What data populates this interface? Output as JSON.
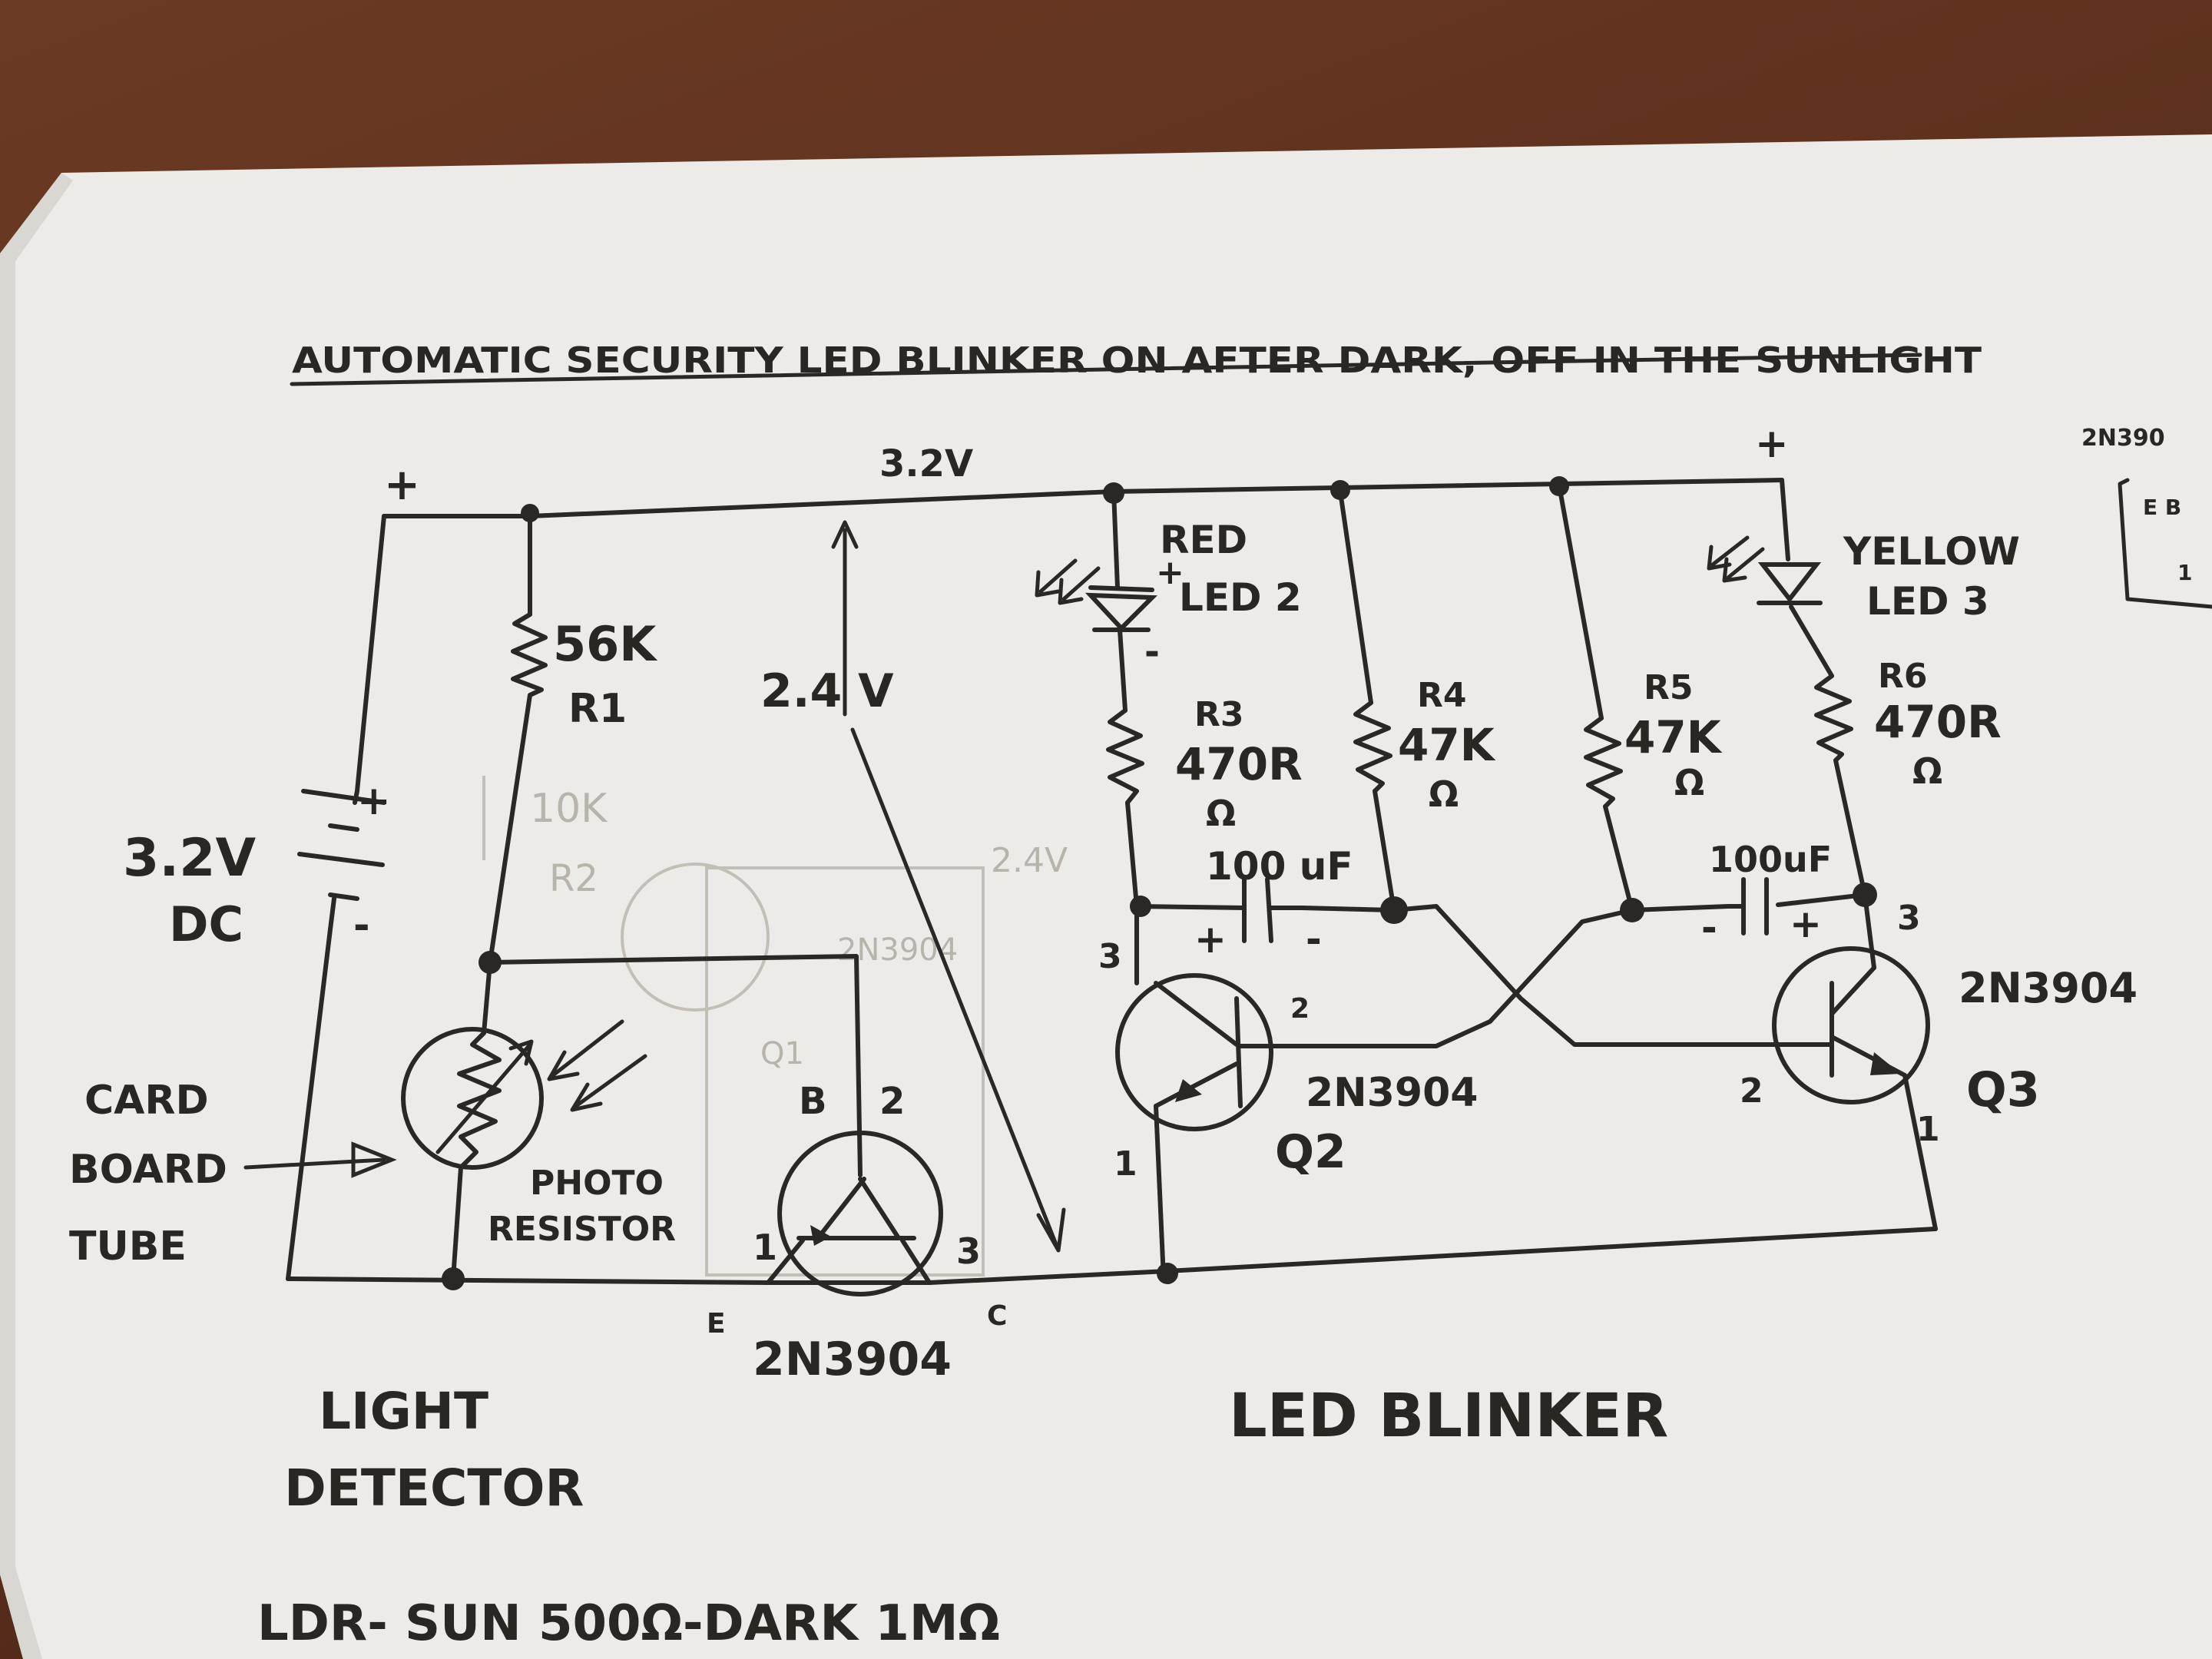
{
  "title": "AUTOMATIC SECURITY LED BLINKER ON AFTER DARK, OFF IN THE SUNLIGHT",
  "rail": {
    "voltage": "3.2V",
    "plus_left": "+",
    "plus_right": "+"
  },
  "battery": {
    "voltage": "3.2V",
    "type": "DC",
    "plus": "+",
    "minus": "-"
  },
  "r1": {
    "value": "56K",
    "name": "R1"
  },
  "ghost": {
    "r2_value": "10K",
    "r2_name": "R2",
    "q1": "Q1",
    "part": "2N3904",
    "volt": "2.4V"
  },
  "voltage_drop": "2.4 V",
  "cardboard": [
    "CARD",
    "BOARD",
    "TUBE"
  ],
  "photo_resistor": [
    "PHOTO",
    "RESISTOR"
  ],
  "q1": {
    "pin_b": "B",
    "pin2": "2",
    "pin1": "1",
    "pin3": "3",
    "e": "E",
    "c": "C",
    "part": "2N3904"
  },
  "led2": {
    "color": "RED",
    "name": "LED 2",
    "plus": "+",
    "minus": "-"
  },
  "led3": {
    "color": "YELLOW",
    "name": "LED 3"
  },
  "r3": {
    "name": "R3",
    "value": "470R",
    "unit": "Ω"
  },
  "r4": {
    "name": "R4",
    "value": "47K",
    "unit": "Ω"
  },
  "r5": {
    "name": "R5",
    "value": "47K",
    "unit": "Ω"
  },
  "r6": {
    "name": "R6",
    "value": "470R",
    "unit": "Ω"
  },
  "c1": {
    "value": "100 uF",
    "plus": "+",
    "minus": "-"
  },
  "c2": {
    "value": "100uF",
    "plus": "+",
    "minus": "-"
  },
  "q2": {
    "part": "2N3904",
    "name": "Q2",
    "pin3": "3",
    "pin2": "2",
    "pin1": "1"
  },
  "q3": {
    "part": "2N3904",
    "name": "Q3",
    "pin3": "3",
    "pin2": "2",
    "pin1": "1"
  },
  "section_light": [
    "LIGHT",
    "DETECTOR"
  ],
  "section_blinker": "LED BLINKER",
  "ldr_note": "LDR- SUN 500Ω-DARK 1MΩ",
  "edge_note": {
    "part": "2N390",
    "pins": "E B",
    "pin1": "1"
  }
}
